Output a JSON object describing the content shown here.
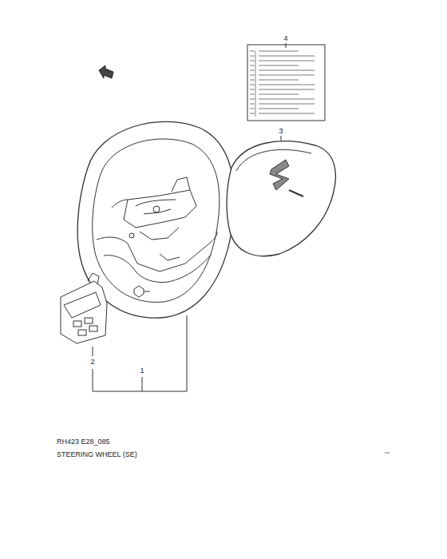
{
  "diagram": {
    "labels": [
      "4",
      "3",
      "2",
      "1",
      "RH423 E28_085",
      "STEERING WHEEL (SE)"
    ]
  }
}
